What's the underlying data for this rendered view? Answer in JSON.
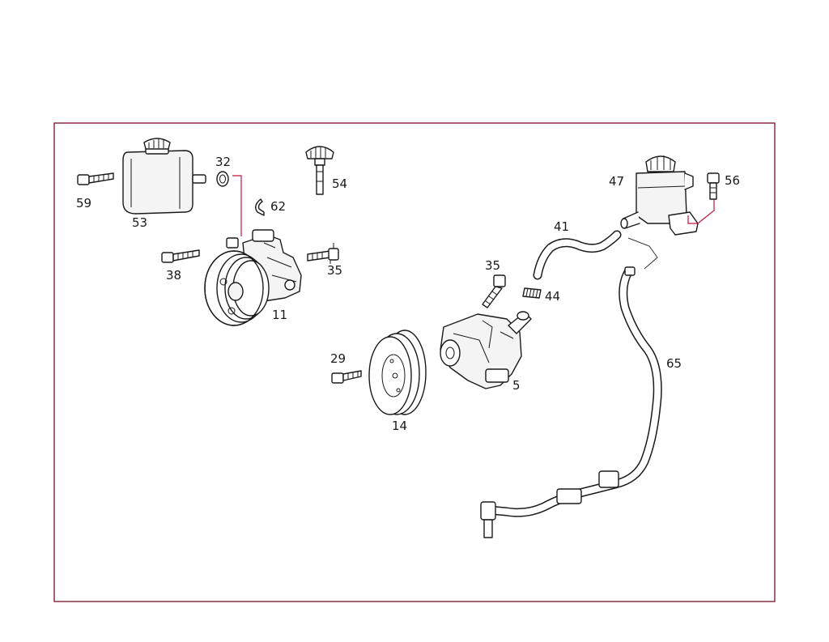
{
  "callouts": {
    "c59": "59",
    "c53": "53",
    "c32": "32",
    "c54": "54",
    "c62": "62",
    "c38": "38",
    "c35a": "35",
    "c11": "11",
    "c35b": "35",
    "c44": "44",
    "c29": "29",
    "c14": "14",
    "c5": "5",
    "c41": "41",
    "c47": "47",
    "c56": "56",
    "c65": "65"
  }
}
